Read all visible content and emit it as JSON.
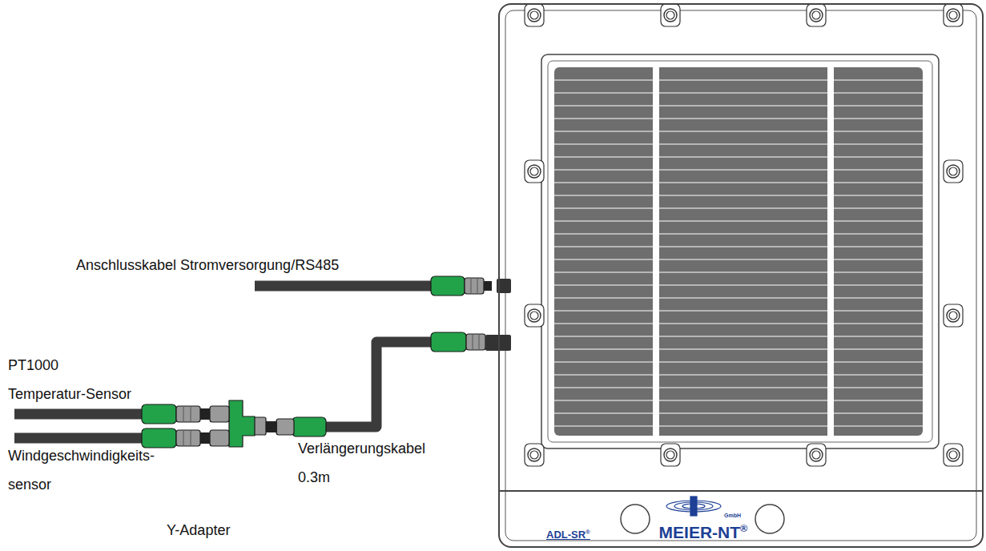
{
  "diagram": {
    "nodes": [
      {
        "text": [
          "ADL-SR®",
          "MEIER-NT®",
          "GmbH"
        ]
      }
    ],
    "labels": [
      "Anschlusskabel Stromversorgung/RS485",
      "PT1000 Temperatur-Sensor",
      "Windgeschwindigkeits- sensor",
      "Verlängerungskabel 0.3m",
      "Y-Adapter"
    ]
  }
}
